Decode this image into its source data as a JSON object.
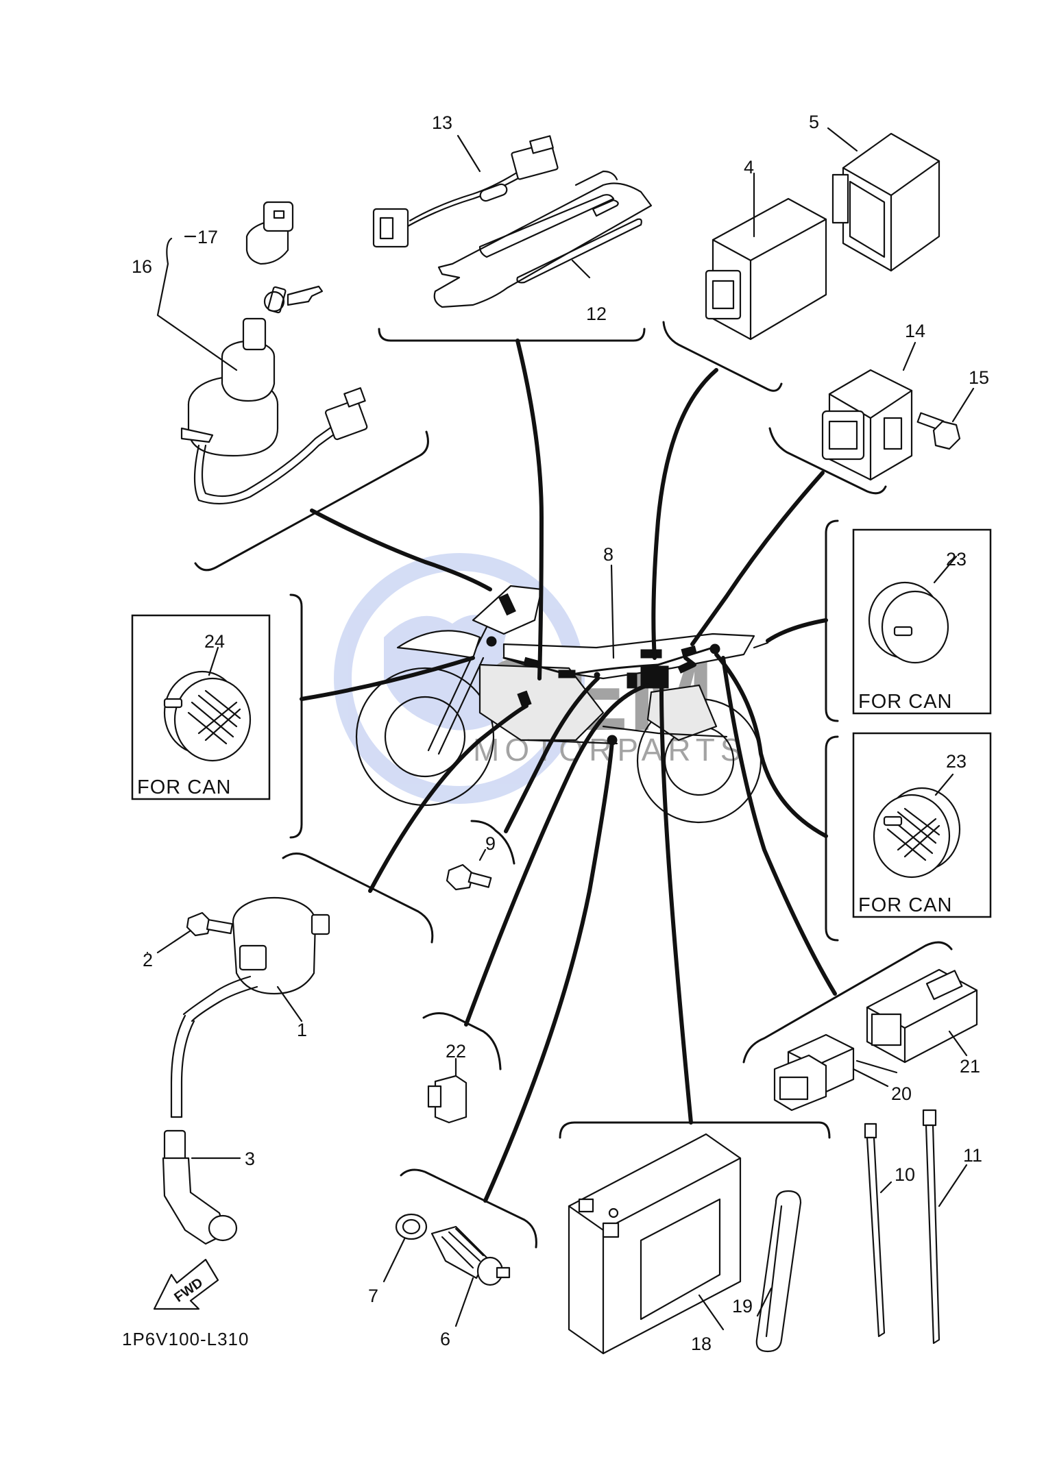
{
  "diagram_code": "1P6V100-L310",
  "watermark": {
    "brand": "OEM",
    "subtitle": "MOTORPARTS",
    "color": "#8fa6e6"
  },
  "fwd_arrow_label": "FWD",
  "can_box_label": "FOR CAN",
  "callouts": {
    "c1": "1",
    "c2": "2",
    "c3": "3",
    "c4": "4",
    "c5": "5",
    "c6": "6",
    "c7": "7",
    "c8": "8",
    "c9": "9",
    "c10": "10",
    "c11": "11",
    "c12": "12",
    "c13": "13",
    "c14": "14",
    "c15": "15",
    "c16": "16",
    "c17": "17",
    "c18": "18",
    "c19": "19",
    "c20": "20",
    "c21": "21",
    "c22": "22",
    "c23a": "23",
    "c23b": "23",
    "c24": "24"
  }
}
